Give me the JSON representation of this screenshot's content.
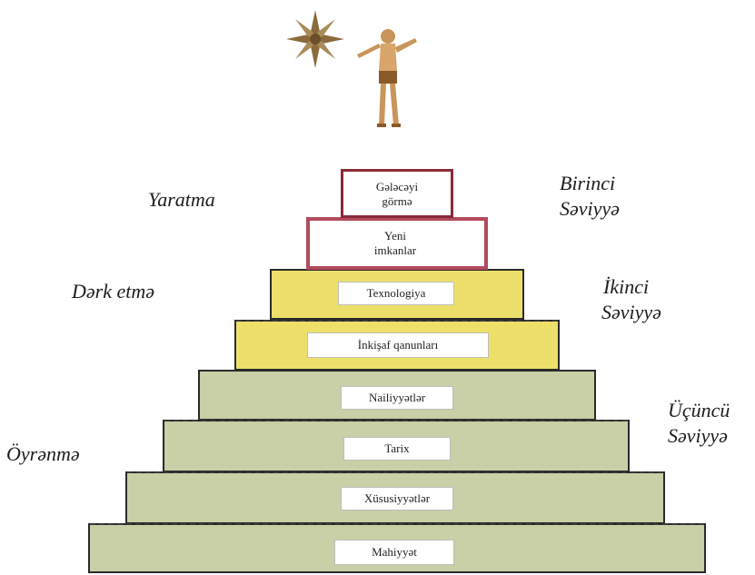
{
  "pyramid": {
    "top": {
      "line1": "Gələcəyi",
      "line2": "görmə"
    },
    "red": {
      "line1": "Yeni",
      "line2": "imkanlar"
    },
    "yellow_upper": "Texnologiya",
    "yellow_lower": "İnkişaf qanunları",
    "green_1": "Nailiyyətlər",
    "green_2": "Tarix",
    "green_3": "Xüsusiyyətlər",
    "green_4": "Mahiyyət"
  },
  "left_labels": {
    "yaratma": "Yaratma",
    "dark_etma": "Dərk etmə",
    "oyranma": "Öyrənmə"
  },
  "right_labels": {
    "birinci": {
      "line1": "Birinci",
      "line2": "Səviyyə"
    },
    "ikinci": {
      "line1": "İkinci",
      "line2": "Səviyyə"
    },
    "ucuncu": {
      "line1": "Üçüncü",
      "line2": "Səviyyə"
    }
  },
  "colors": {
    "green": "#c9cfa6",
    "yellow": "#ece06a",
    "red_border": "#b24b5b",
    "star": "#8a6a3a",
    "figure": "#c9955a"
  },
  "icons": [
    "star-icon",
    "human-figure-icon"
  ]
}
